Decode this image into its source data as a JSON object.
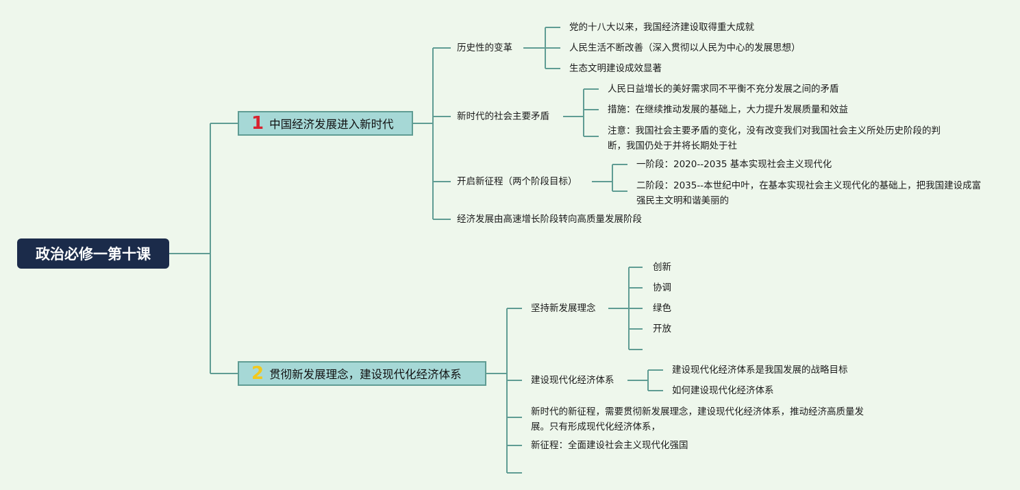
{
  "root": {
    "title": "政治必修一第十课"
  },
  "colors": {
    "background": "#eef7ec",
    "line": "#5f9c93",
    "root_bg": "#1b2b4a",
    "branch_bg": "#a6d8d6",
    "num1": "#d8222f",
    "num2": "#f2c81c"
  },
  "branch1": {
    "number": "1",
    "title": "中国经济发展进入新时代",
    "topics": [
      {
        "label": "历史性的变革",
        "items": [
          "党的十八大以来，我国经济建设取得重大成就",
          "人民生活不断改善（深入贯彻以人民为中心的发展思想）",
          "生态文明建设成效显著"
        ]
      },
      {
        "label": "新时代的社会主要矛盾",
        "items": [
          "人民日益增长的美好需求同不平衡不充分发展之间的矛盾",
          "措施：在继续推动发展的基础上，大力提升发展质量和效益",
          "注意：我国社会主要矛盾的变化，没有改变我们对我国社会主义所处历史阶段的判断，我国仍处于并将长期处于社"
        ]
      },
      {
        "label": "开启新征程（两个阶段目标）",
        "items": [
          "一阶段：2020--2035 基本实现社会主义现代化",
          "二阶段：2035--本世纪中叶，在基本实现社会主义现代化的基础上，把我国建设成富强民主文明和谐美丽的"
        ]
      },
      {
        "label": "经济发展由高速增长阶段转向高质量发展阶段"
      }
    ]
  },
  "branch2": {
    "number": "2",
    "title": "贯彻新发展理念，建设现代化经济体系",
    "topics": [
      {
        "label": "坚持新发展理念",
        "items": [
          "创新",
          "协调",
          "绿色",
          "开放",
          ""
        ]
      },
      {
        "label": "建设现代化经济体系",
        "items": [
          "建设现代化经济体系是我国发展的战略目标",
          "如何建设现代化经济体系"
        ]
      },
      {
        "label": "新时代的新征程，需要贯彻新发展理念，建设现代化经济体系，推动经济高质量发展。只有形成现代化经济体系，"
      },
      {
        "label": "新征程：全面建设社会主义现代化强国"
      },
      {
        "label": ""
      }
    ]
  }
}
